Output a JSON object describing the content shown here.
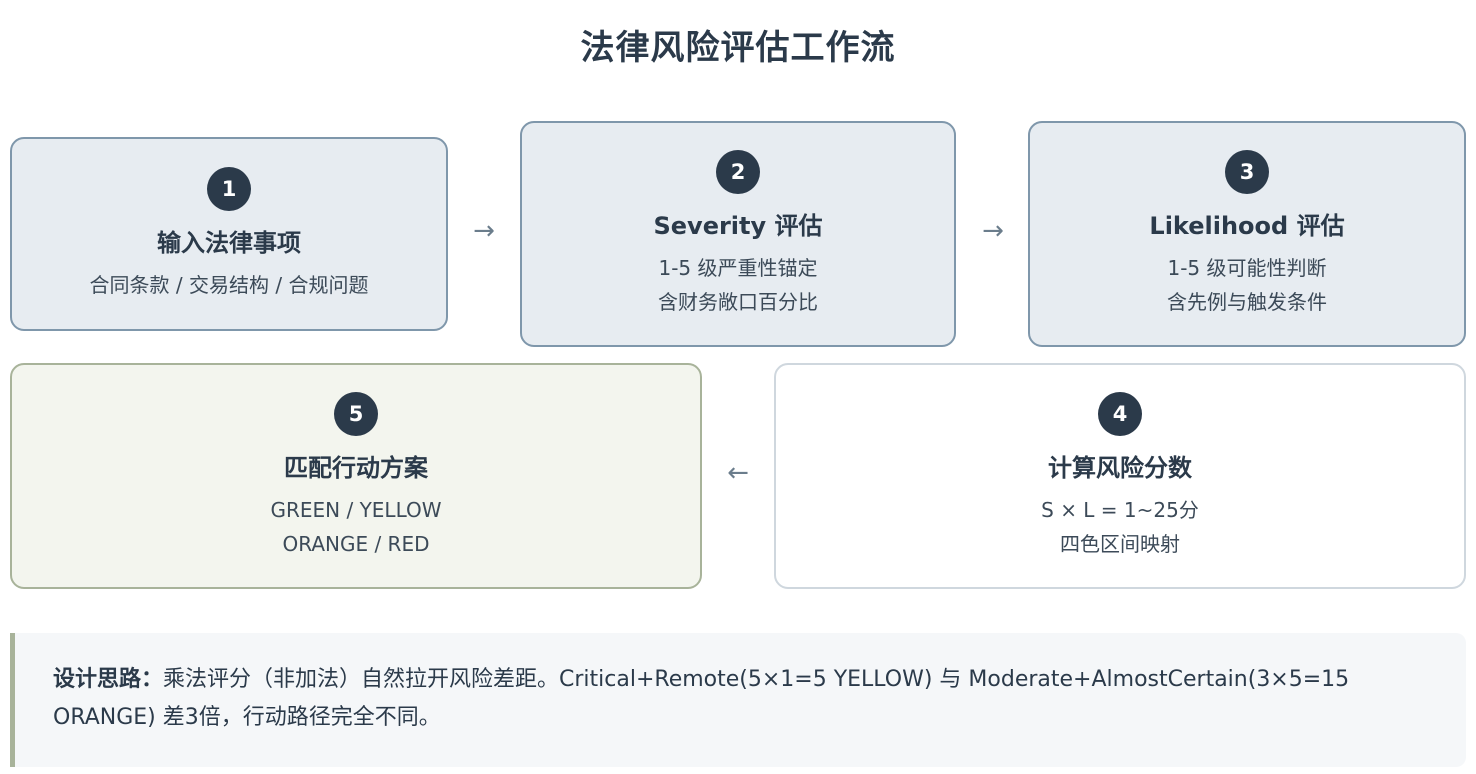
{
  "title": "法律风险评估工作流",
  "steps": [
    {
      "num": "1",
      "title": "输入法律事项",
      "lines": [
        "合同条款 / 交易结构 / 合规问题"
      ]
    },
    {
      "num": "2",
      "title": "Severity 评估",
      "lines": [
        "1-5 级严重性锚定",
        "含财务敞口百分比"
      ]
    },
    {
      "num": "3",
      "title": "Likelihood 评估",
      "lines": [
        "1-5 级可能性判断",
        "含先例与触发条件"
      ]
    },
    {
      "num": "4",
      "title": "计算风险分数",
      "lines": [
        "S × L = 1~25分",
        "四色区间映射"
      ]
    },
    {
      "num": "5",
      "title": "匹配行动方案",
      "lines": [
        "GREEN / YELLOW",
        "ORANGE / RED"
      ]
    }
  ],
  "arrows": {
    "right": "→",
    "left": "←"
  },
  "note": {
    "label": "设计思路：",
    "text": "乘法评分（非加法）自然拉开风险差距。Critical+Remote(5×1=5 YELLOW) 与 Moderate+AlmostCertain(3×5=15 ORANGE) 差3倍，行动路径完全不同。"
  }
}
